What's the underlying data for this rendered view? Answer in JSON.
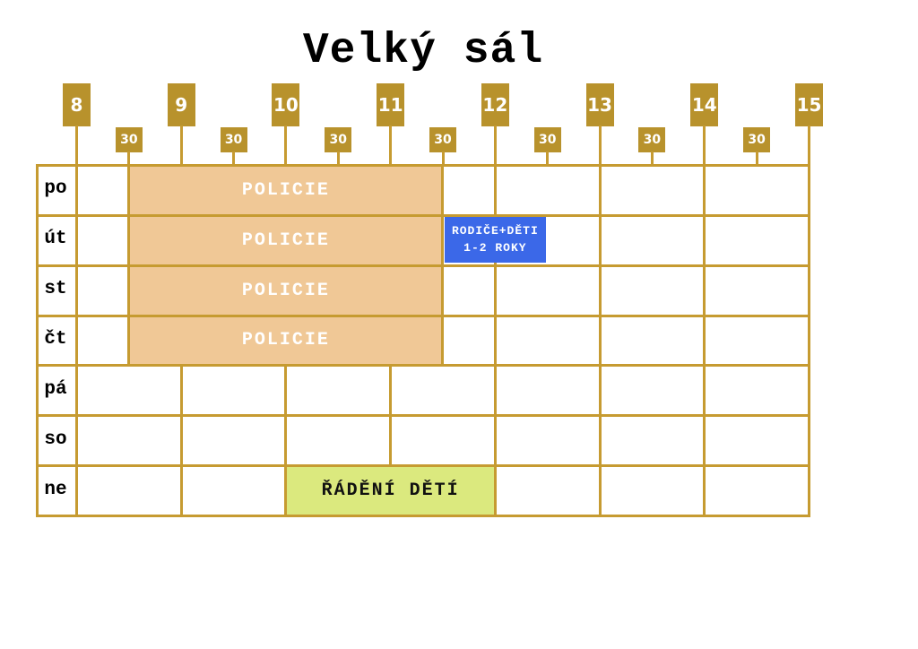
{
  "title": "Velký sál",
  "header": {
    "hours": [
      "8",
      "9",
      "10",
      "11",
      "12",
      "13",
      "14",
      "15"
    ],
    "half_hour_label": "30"
  },
  "days": [
    "po",
    "út",
    "st",
    "čt",
    "pá",
    "so",
    "ne"
  ],
  "events": [
    {
      "day": "po",
      "start": 8.5,
      "end": 11.5,
      "style": "policie",
      "lines": [
        "POLICIE"
      ]
    },
    {
      "day": "út",
      "start": 8.5,
      "end": 11.5,
      "style": "policie",
      "lines": [
        "POLICIE"
      ]
    },
    {
      "day": "st",
      "start": 8.5,
      "end": 11.5,
      "style": "policie",
      "lines": [
        "POLICIE"
      ]
    },
    {
      "day": "čt",
      "start": 8.5,
      "end": 11.5,
      "style": "policie",
      "lines": [
        "POLICIE"
      ]
    },
    {
      "day": "út",
      "start": 11.5,
      "end": 12.5,
      "style": "rodice",
      "lines": [
        "RODIČE+DĚTI",
        "1-2 ROKY"
      ]
    },
    {
      "day": "ne",
      "start": 10,
      "end": 12,
      "style": "radeni",
      "lines": [
        "ŘÁDĚNÍ DĚTÍ"
      ]
    }
  ],
  "colors": {
    "tick_box": "#B8922C",
    "tick_text": "#FFFFFF",
    "grid_line": "#C69B31",
    "policie_fill": "#F0C896",
    "policie_text": "#FFFFFF",
    "rodice_fill": "#3B68E8",
    "rodice_text": "#FFFFFF",
    "radeni_fill": "#DBE97E",
    "radeni_text": "#111111"
  }
}
